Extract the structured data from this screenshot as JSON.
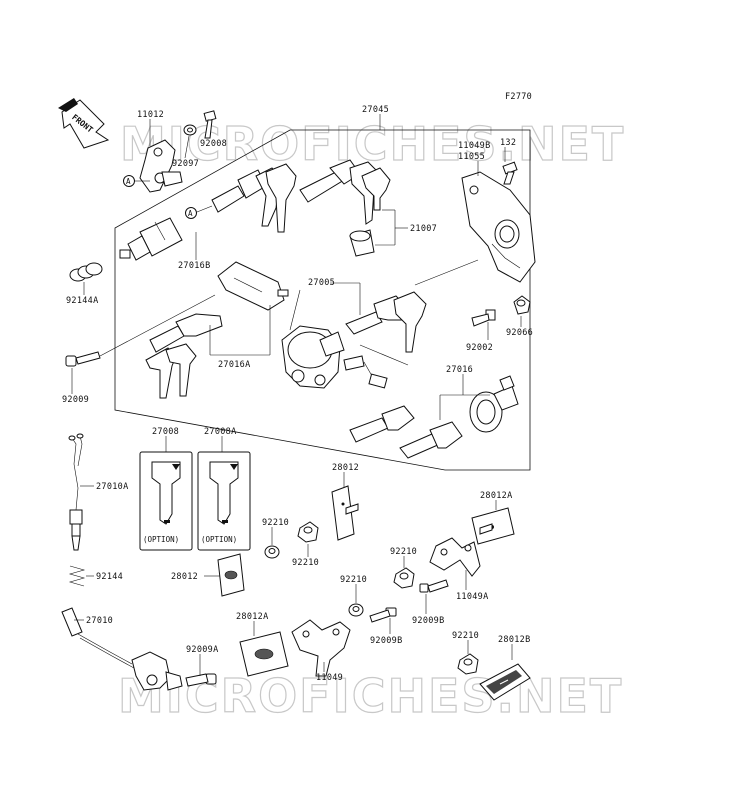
{
  "figure_code": "F2770",
  "watermark": "MICROFICHES.NET",
  "front_label": "FRONT",
  "ref_marker": "A",
  "option_label": "(OPTION)",
  "parts": {
    "p11012": "11012",
    "p92008": "92008",
    "p92097": "92097",
    "p27045": "27045",
    "p132": "132",
    "p11049B": "11049B",
    "p11055": "11055",
    "p21007": "21007",
    "p27016B": "27016B",
    "p92144A": "92144A",
    "p27005": "27005",
    "p92066": "92066",
    "p92002": "92002",
    "p27016A": "27016A",
    "p92009": "92009",
    "p27016": "27016",
    "p27008": "27008",
    "p27008A": "27008A",
    "p27010A": "27010A",
    "p28012": "28012",
    "p28012A_right": "28012A",
    "p92210_a": "92210",
    "p92210_b": "92210",
    "p92210_c": "92210",
    "p92210_d": "92210",
    "p92210_e": "92210",
    "p28012_left": "28012",
    "p92144": "92144",
    "p11049A": "11049A",
    "p92009B_a": "92009B",
    "p92009B_b": "92009B",
    "p27010": "27010",
    "p28012A_left": "28012A",
    "p92009A": "92009A",
    "p28012B": "28012B",
    "p11049": "11049"
  }
}
